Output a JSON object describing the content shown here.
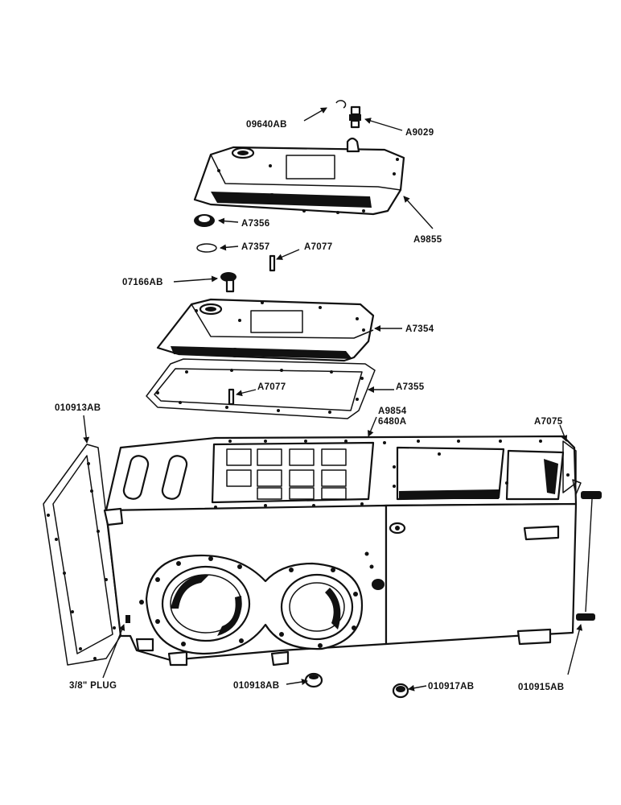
{
  "labels": {
    "p09640ab": "09640AB",
    "a9029": "A9029",
    "a7356": "A7356",
    "a9855": "A9855",
    "a7357": "A7357",
    "a7077_top": "A7077",
    "p07166ab": "07166AB",
    "a7354": "A7354",
    "a7077_mid": "A7077",
    "a7355": "A7355",
    "p010913ab": "010913AB",
    "a9854": "A9854",
    "p6480a": "6480A",
    "a7075": "A7075",
    "plug": "3/8\" PLUG",
    "p010918ab": "010918AB",
    "p010917ab": "010917AB",
    "p010915ab": "010915AB"
  }
}
